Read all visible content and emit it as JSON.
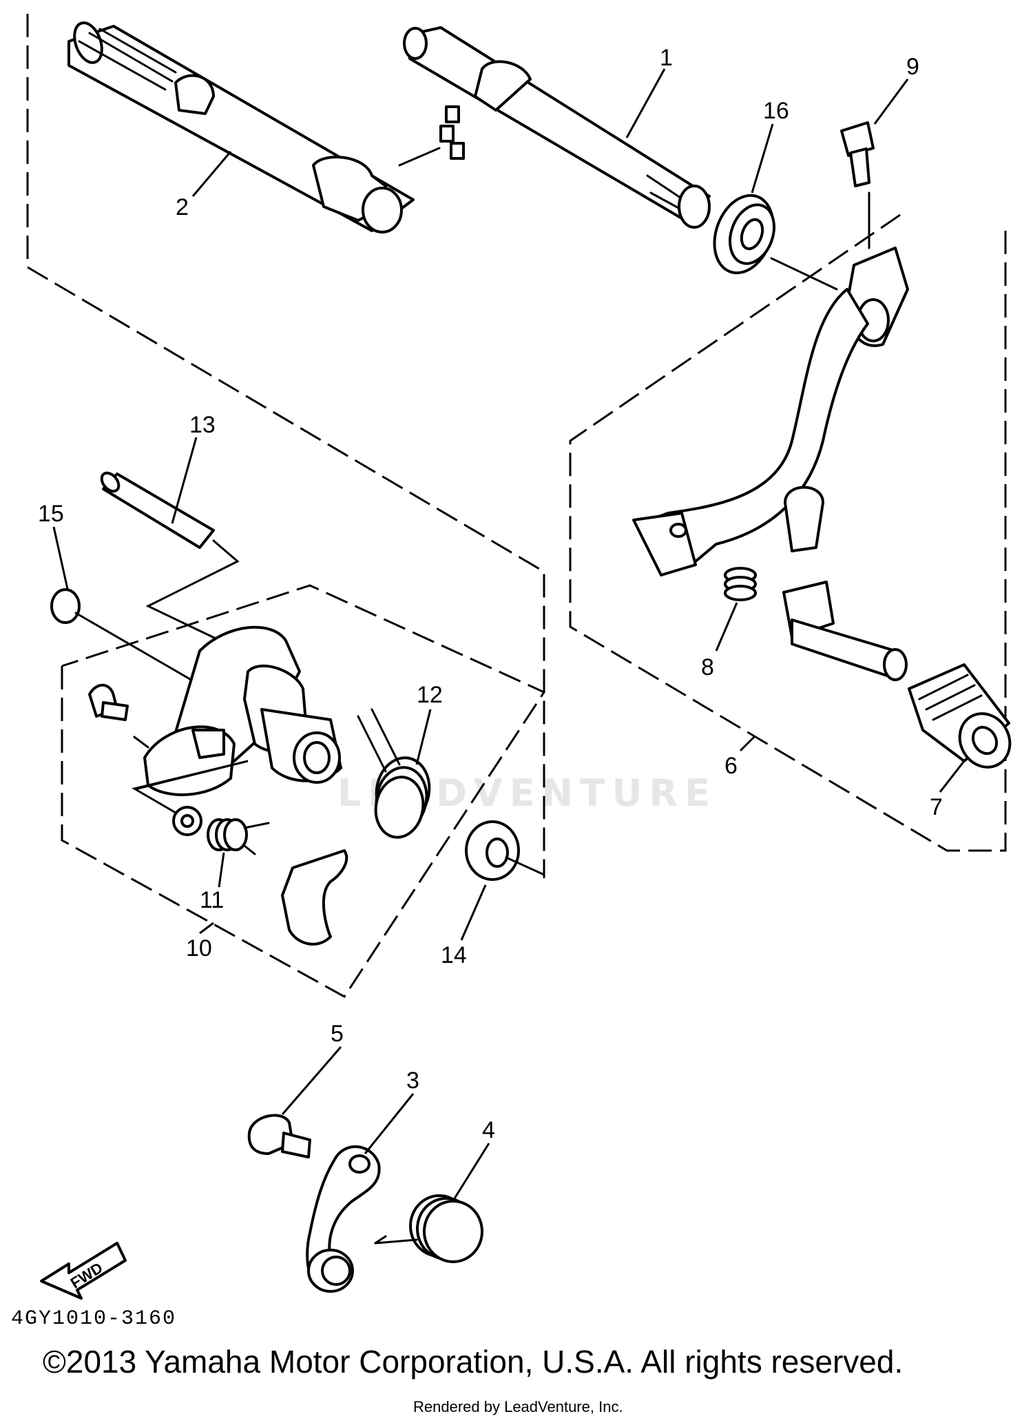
{
  "diagram": {
    "callouts": [
      {
        "id": "1",
        "label": "1"
      },
      {
        "id": "2",
        "label": "2"
      },
      {
        "id": "3",
        "label": "3"
      },
      {
        "id": "4",
        "label": "4"
      },
      {
        "id": "5",
        "label": "5"
      },
      {
        "id": "6",
        "label": "6"
      },
      {
        "id": "7",
        "label": "7"
      },
      {
        "id": "8",
        "label": "8"
      },
      {
        "id": "9",
        "label": "9"
      },
      {
        "id": "10",
        "label": "10"
      },
      {
        "id": "11",
        "label": "11"
      },
      {
        "id": "12",
        "label": "12"
      },
      {
        "id": "13",
        "label": "13"
      },
      {
        "id": "14",
        "label": "14"
      },
      {
        "id": "15",
        "label": "15"
      },
      {
        "id": "16",
        "label": "16"
      }
    ],
    "fwd_label": "FWD",
    "drawing_code": "4GY1010-3160",
    "watermark": "LEADVENTURE"
  },
  "footer": {
    "copyright": "©2013 Yamaha Motor Corporation, U.S.A. All rights reserved.",
    "rendered_by": "Rendered by LeadVenture, Inc."
  },
  "colors": {
    "line": "#000000",
    "background": "#ffffff",
    "watermark": "#e6e6e6"
  }
}
